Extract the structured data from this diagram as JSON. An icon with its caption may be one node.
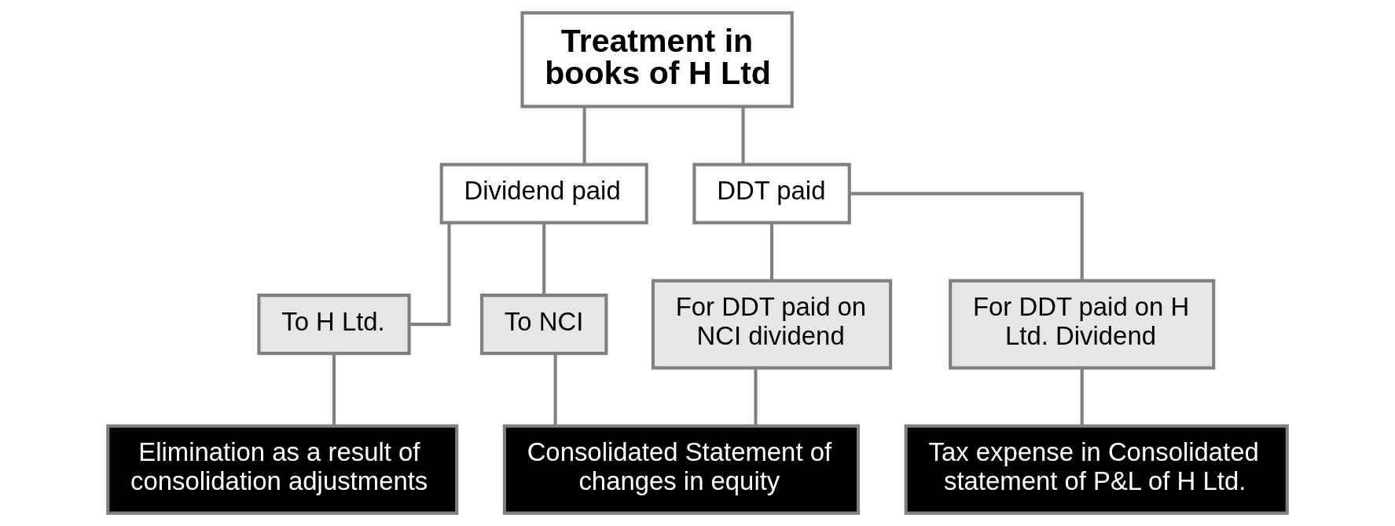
{
  "diagram": {
    "nodes": [
      {
        "text": [
          "Treatment in books of H Ltd"
        ]
      },
      {
        "text": [
          "Dividend paid"
        ]
      },
      {
        "text": [
          "DDT paid"
        ]
      },
      {
        "text": [
          "To H Ltd."
        ]
      },
      {
        "text": [
          "To NCI"
        ]
      },
      {
        "text": [
          "For DDT paid on NCI dividend"
        ]
      },
      {
        "text": [
          "For DDT paid on H Ltd. Dividend"
        ]
      },
      {
        "text": [
          "Elimination as a result of consolidation adjustments"
        ]
      },
      {
        "text": [
          "Consolidated Statement of changes in equity"
        ]
      },
      {
        "text": [
          "Tax expense in Consolidated statement of P&L of H Ltd."
        ]
      }
    ],
    "edges": [
      {
        "from": 0,
        "to": 1,
        "arrow": "none"
      },
      {
        "from": 0,
        "to": 2,
        "arrow": "none"
      },
      {
        "from": 1,
        "to": 3,
        "arrow": "none"
      },
      {
        "from": 1,
        "to": 4,
        "arrow": "none"
      },
      {
        "from": 2,
        "to": 5,
        "arrow": "none"
      },
      {
        "from": 2,
        "to": 6,
        "arrow": "none"
      },
      {
        "from": 3,
        "to": 7,
        "arrow": "none"
      },
      {
        "from": 4,
        "to": 8,
        "arrow": "none"
      },
      {
        "from": 5,
        "to": 8,
        "arrow": "none"
      },
      {
        "from": 6,
        "to": 9,
        "arrow": "none"
      }
    ]
  }
}
